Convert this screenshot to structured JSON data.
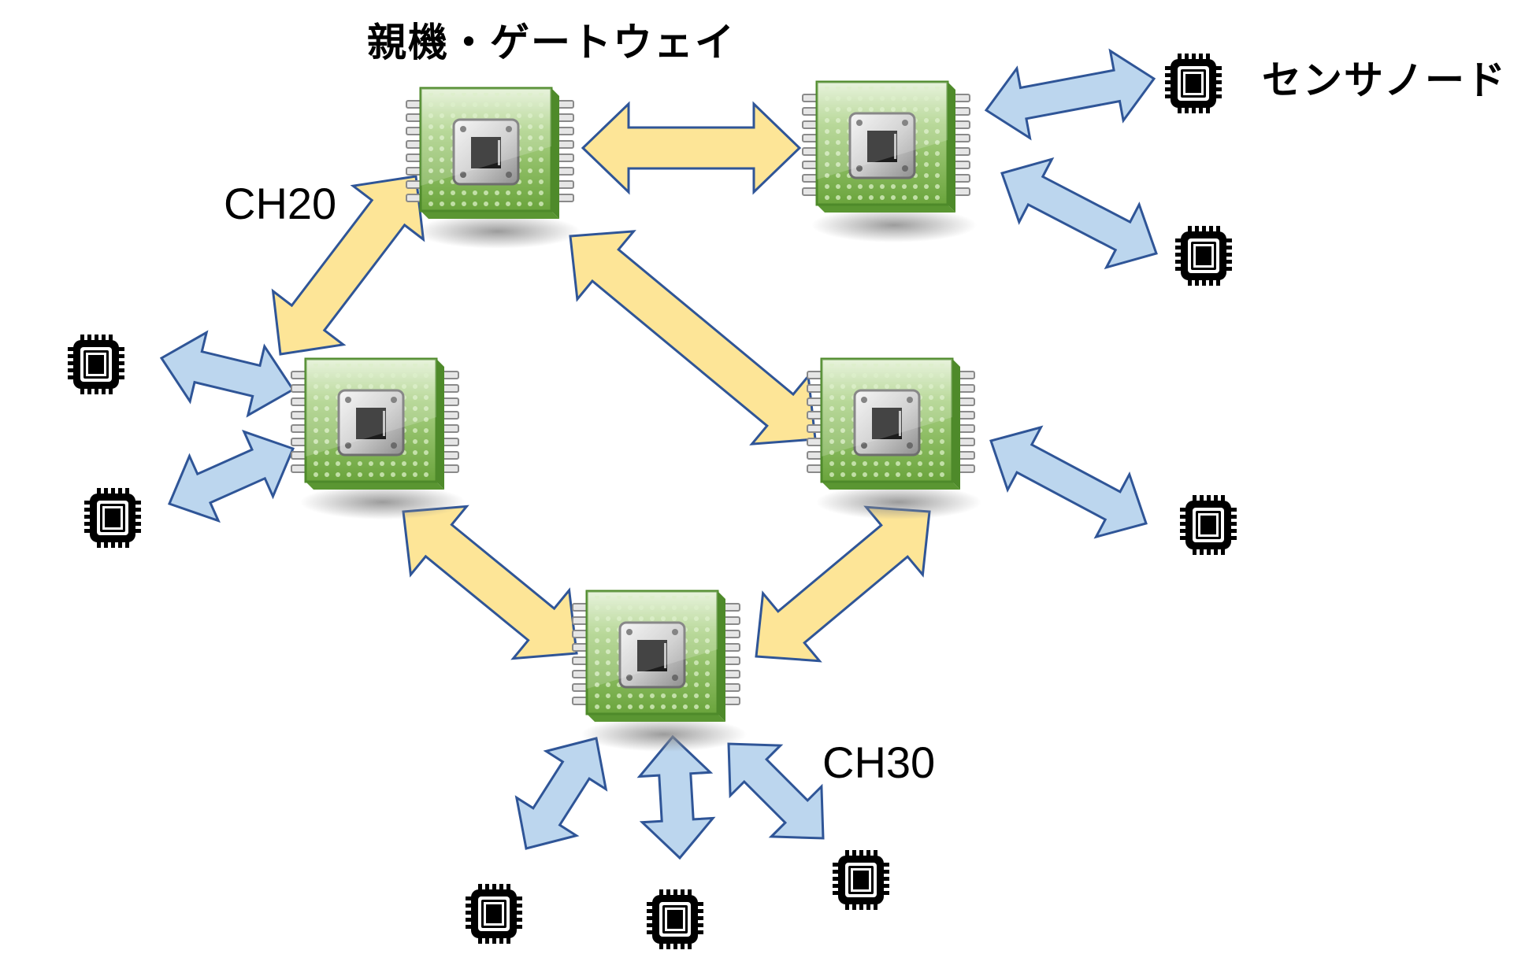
{
  "labels": {
    "gateway": "親機・ゲートウェイ",
    "sensor_node": "センサノード",
    "ch20": "CH20",
    "ch30": "CH30"
  },
  "colors": {
    "relay_link_fill": "#fde597",
    "sensor_link_fill": "#bcd6ee",
    "arrow_stroke": "#2f5597",
    "chip_green": "#6aa43c",
    "chip_green_dark": "#4e8a2a",
    "sensor_icon": "#000000"
  },
  "nodes": {
    "relays": [
      {
        "id": "gateway",
        "role": "親機・ゲートウェイ"
      },
      {
        "id": "relay-top-right",
        "role": "relay"
      },
      {
        "id": "relay-left",
        "role": "relay"
      },
      {
        "id": "relay-right",
        "role": "relay"
      },
      {
        "id": "relay-bottom",
        "role": "relay"
      }
    ],
    "sensors": [
      {
        "id": "sensor-tr-1",
        "parent": "relay-top-right"
      },
      {
        "id": "sensor-tr-2",
        "parent": "relay-top-right"
      },
      {
        "id": "sensor-l-1",
        "parent": "relay-left"
      },
      {
        "id": "sensor-l-2",
        "parent": "relay-left"
      },
      {
        "id": "sensor-r-1",
        "parent": "relay-right"
      },
      {
        "id": "sensor-b-1",
        "parent": "relay-bottom"
      },
      {
        "id": "sensor-b-2",
        "parent": "relay-bottom"
      },
      {
        "id": "sensor-b-3",
        "parent": "relay-bottom"
      }
    ]
  },
  "links": {
    "relay_links": [
      {
        "from": "gateway",
        "to": "relay-top-right",
        "channel": "CH20"
      },
      {
        "from": "gateway",
        "to": "relay-left",
        "channel": "CH20"
      },
      {
        "from": "gateway",
        "to": "relay-right",
        "channel": "CH20"
      },
      {
        "from": "relay-left",
        "to": "relay-bottom",
        "channel": "CH20"
      },
      {
        "from": "relay-right",
        "to": "relay-bottom",
        "channel": "CH20"
      }
    ],
    "sensor_links": [
      {
        "from": "relay-top-right",
        "to": "sensor-tr-1",
        "channel": "CH30"
      },
      {
        "from": "relay-top-right",
        "to": "sensor-tr-2",
        "channel": "CH30"
      },
      {
        "from": "relay-left",
        "to": "sensor-l-1",
        "channel": "CH30"
      },
      {
        "from": "relay-left",
        "to": "sensor-l-2",
        "channel": "CH30"
      },
      {
        "from": "relay-right",
        "to": "sensor-r-1",
        "channel": "CH30"
      },
      {
        "from": "relay-bottom",
        "to": "sensor-b-1",
        "channel": "CH30"
      },
      {
        "from": "relay-bottom",
        "to": "sensor-b-2",
        "channel": "CH30"
      },
      {
        "from": "relay-bottom",
        "to": "sensor-b-3",
        "channel": "CH30"
      }
    ]
  }
}
